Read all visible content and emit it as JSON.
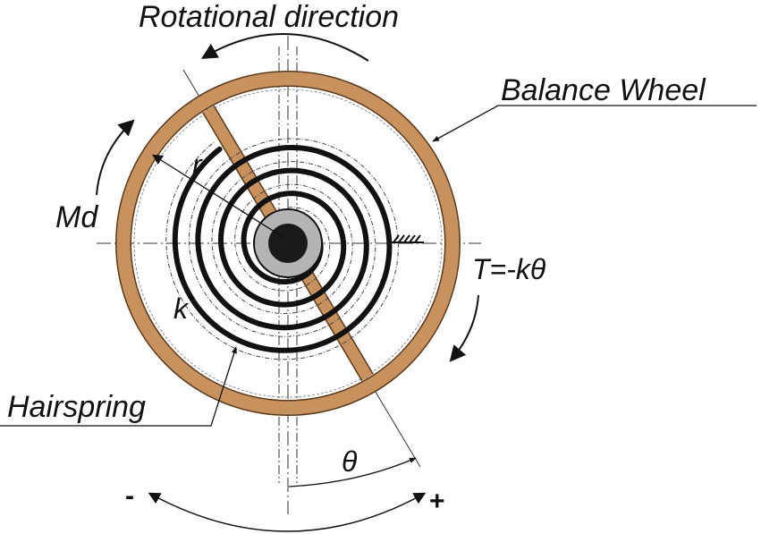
{
  "labels": {
    "rotational_direction": "Rotational direction",
    "balance_wheel": "Balance Wheel",
    "radius": "r",
    "drive_moment": "Md",
    "spring_constant": "k",
    "torque": "T=-kθ",
    "hairspring": "Hairspring",
    "angle": "θ",
    "minus": "-",
    "plus": "+"
  },
  "colors": {
    "wheel": "#c8925e",
    "wheel_edge": "#5a3a1c",
    "spring": "#111111",
    "hub": "#b4b4b4",
    "center": "#1a1a1a",
    "line": "#111111"
  }
}
